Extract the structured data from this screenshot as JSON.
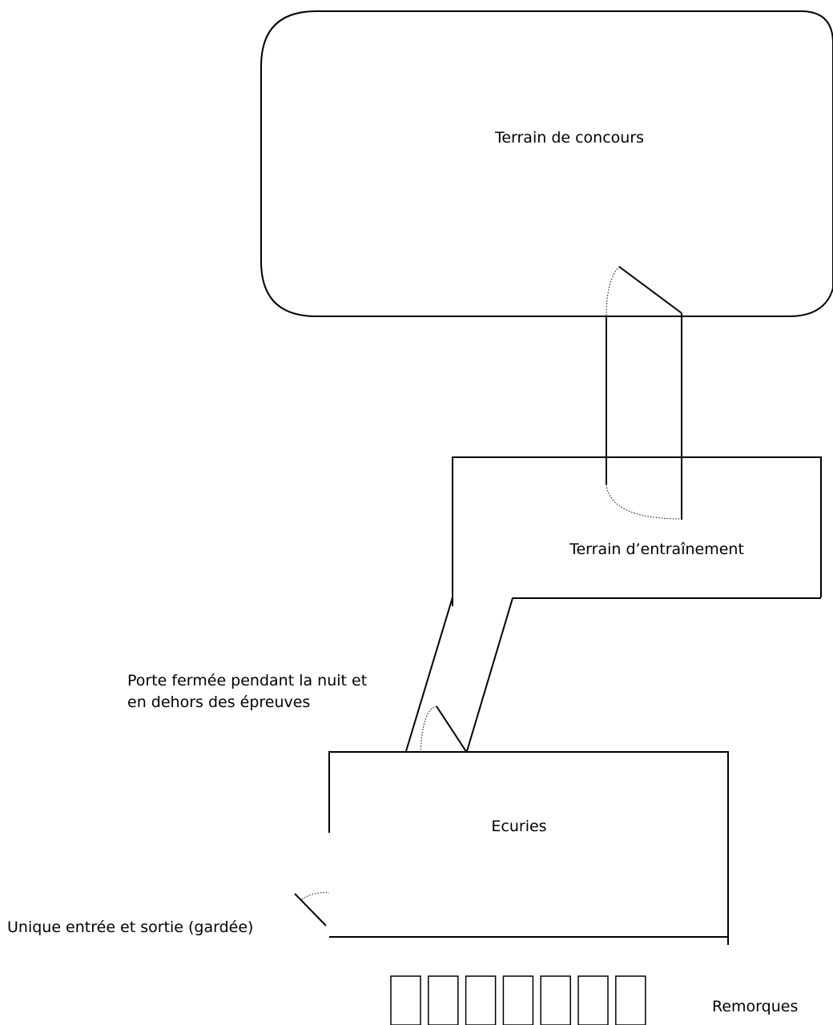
{
  "labels": {
    "show_ground": "Terrain de concours",
    "training_ground": "Terrain d’entraînement",
    "gate_note_line1": "Porte fermée pendant la nuit et",
    "gate_note_line2": "en dehors des épreuves",
    "stables": "Ecuries",
    "entrance_note": "Unique entrée et sortie (gardée)",
    "trailers": "Remorques"
  },
  "trailer_count": 7
}
